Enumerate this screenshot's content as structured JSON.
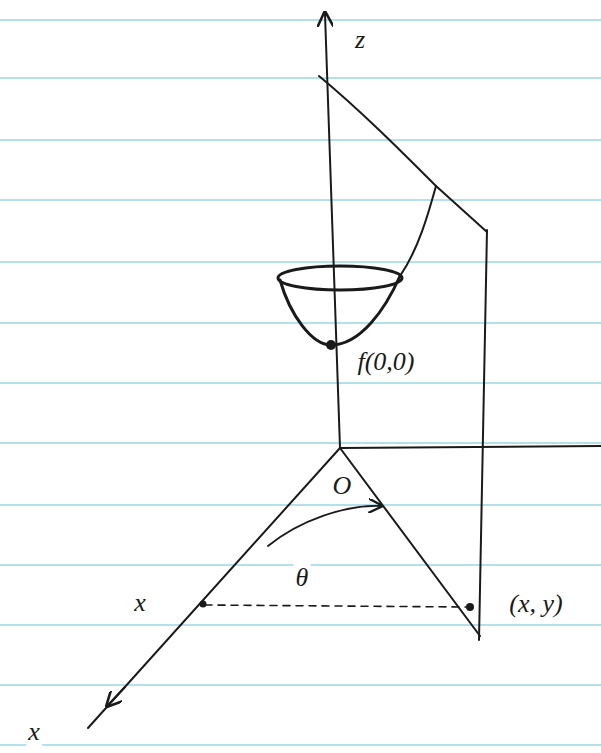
{
  "diagram": {
    "labels": [
      "z",
      "f(0,0)",
      "O",
      "θ",
      "x",
      "(x, y)",
      "x"
    ]
  }
}
